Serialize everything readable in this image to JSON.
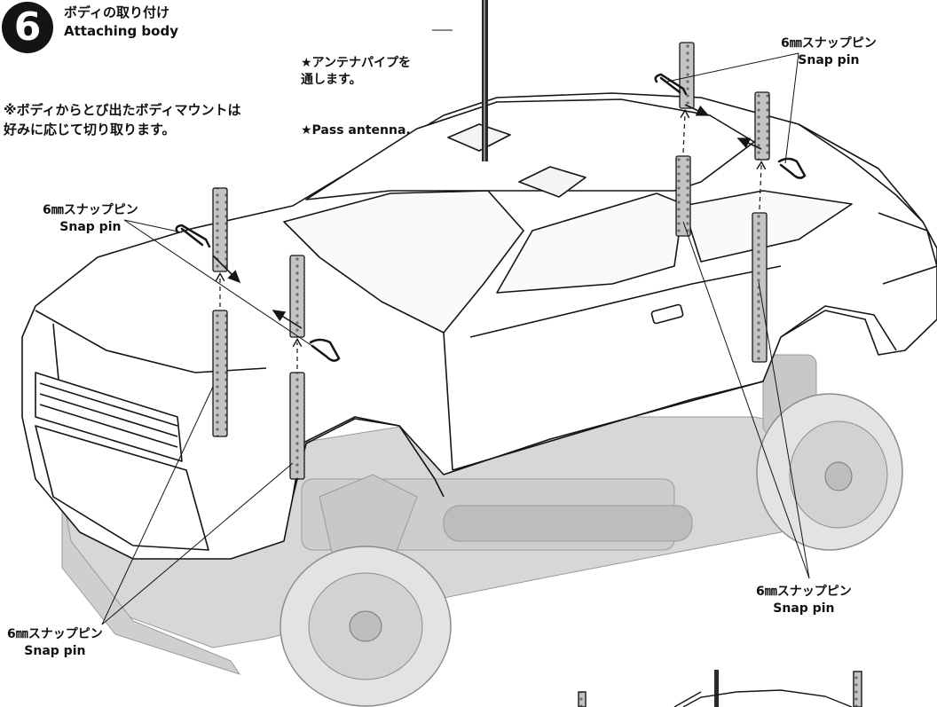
{
  "step": {
    "number": "6",
    "title_ja": "ボディの取り付け",
    "title_en": "Attaching body"
  },
  "note": "※ボディからとび出たボディマウントは\n好みに応じて切り取ります。",
  "antenna_note": {
    "ja": "★アンテナパイプを\n通します。",
    "en": "★Pass antenna."
  },
  "callouts": [
    {
      "ja": "6㎜スナップピン",
      "en": "Snap pin"
    },
    {
      "ja": "6㎜スナップピン",
      "en": "Snap pin"
    },
    {
      "ja": "6㎜スナップピン",
      "en": "Snap pin"
    },
    {
      "ja": "6㎜スナップピン",
      "en": "Snap pin"
    }
  ],
  "colors": {
    "ink": "#141414",
    "chassis_gray": "#d7d7d7",
    "post_gray": "#b9b9b9"
  }
}
